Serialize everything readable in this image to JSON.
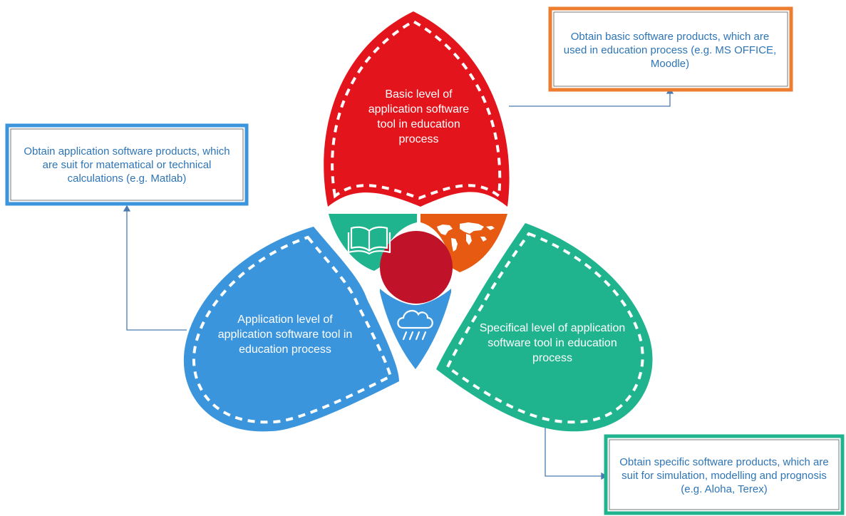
{
  "colors": {
    "red": "#e3141b",
    "blue": "#3a95dd",
    "green": "#1fb38e",
    "orange": "#e65a12",
    "center": "#c0132a",
    "orange_border": "#ed7d31",
    "text_blue": "#2e75b6",
    "connector": "#4a7ab0"
  },
  "petals": {
    "basic": {
      "label": "Basic level of application software tool in education process"
    },
    "application": {
      "label": "Application level of application software tool in education process"
    },
    "specifical": {
      "label": "Specifical level of application software tool in education process"
    }
  },
  "notes": {
    "basic": "Obtain basic software products, which are used in education process (e.g. MS OFFICE, Moodle)",
    "application": "Obtain application software products, which are suit for matematical or technical calculations (e.g. Matlab)",
    "specific": "Obtain specific software products, which are suit for simulation, modelling and prognosis (e.g. Aloha, Terex)"
  },
  "icons": {
    "book": "book-icon",
    "world": "world-map-icon",
    "weather": "rain-cloud-icon"
  }
}
